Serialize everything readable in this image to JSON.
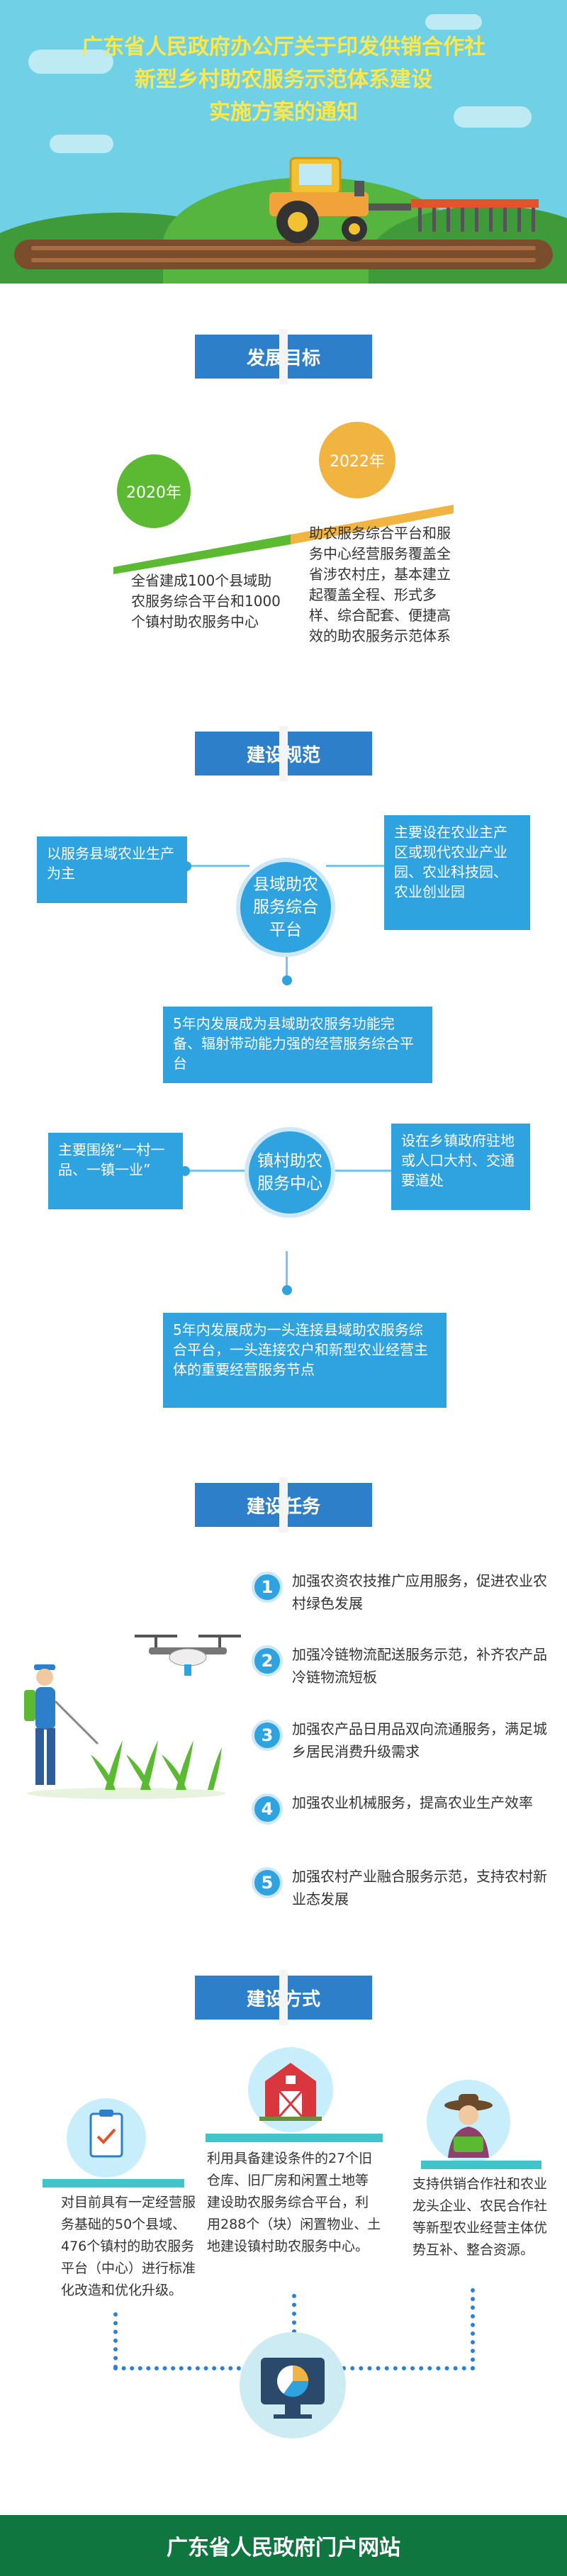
{
  "header": {
    "title_lines": [
      "广东省人民政府办公厅关于印发供销合作社",
      "新型乡村助农服务示范体系建设",
      "实施方案的通知"
    ]
  },
  "goals": {
    "label": "发展目标",
    "year_2020": "2020年",
    "year_2022": "2022年",
    "text_2020": "全省建成100个县域助农服务综合平台和1000个镇村助农服务中心",
    "text_2022": "助农服务综合平台和服务中心经营服务覆盖全省涉农村庄，基本建立起覆盖全程、形式多样、综合配套、便捷高效的助农服务示范体系"
  },
  "planning": {
    "label": "建设规范",
    "county_node": "县域助农服务综合平台",
    "county_left": "以服务县域农业生产为主",
    "county_right": "主要设在农业主产区或现代农业产业园、农业科技园、农业创业园",
    "county_bottom": "5年内发展成为县域助农服务功能完备、辐射带动能力强的经营服务综合平台",
    "town_node": "镇村助农服务中心",
    "town_left": "主要围绕“一村一品、一镇一业”",
    "town_right": "设在乡镇政府驻地或人口大村、交通要道处",
    "town_bottom": "5年内发展成为一头连接县域助农服务综合平台，一头连接农户和新型农业经营主体的重要经营服务节点"
  },
  "tasks": {
    "label": "建设任务",
    "items": [
      {
        "num": "1",
        "text": "加强农资农技推广应用服务，促进农业农村绿色发展"
      },
      {
        "num": "2",
        "text": "加强冷链物流配送服务示范，补齐农产品冷链物流短板"
      },
      {
        "num": "3",
        "text": "加强农产品日用品双向流通服务，满足城乡居民消费升级需求"
      },
      {
        "num": "4",
        "text": "加强农业机械服务，提高农业生产效率"
      },
      {
        "num": "5",
        "text": "加强农村产业融合服务示范，支持农村新业态发展"
      }
    ]
  },
  "methods": {
    "label": "建设方式",
    "left": "对目前具有一定经营服务基础的50个县域、476个镇村的助农服务平台（中心）进行标准化改造和优化升级。",
    "middle": "利用具备建设条件的27个旧仓库、旧厂房和闲置土地等建设助农服务综合平台，利用288个（块）闲置物业、土地建设镇村助农服务中心。",
    "right": "支持供销合作社和农业龙头企业、农民合作社等新型农业经营主体优势互补、整合资源。"
  },
  "footer": {
    "text": "广东省人民政府门户网站"
  },
  "colors": {
    "sky": "#6fd0e6",
    "title_yellow": "#fde84a",
    "blue": "#2fa3df",
    "dark_blue": "#2e7fc9",
    "green": "#5cb932",
    "orange": "#f2b441",
    "footer_green": "#10763f"
  },
  "icons": [
    "tractor-icon",
    "farmer-sprayer-icon",
    "drone-icon",
    "checklist-icon",
    "barn-icon",
    "farmer-woman-icon",
    "pie-chart-icon"
  ]
}
